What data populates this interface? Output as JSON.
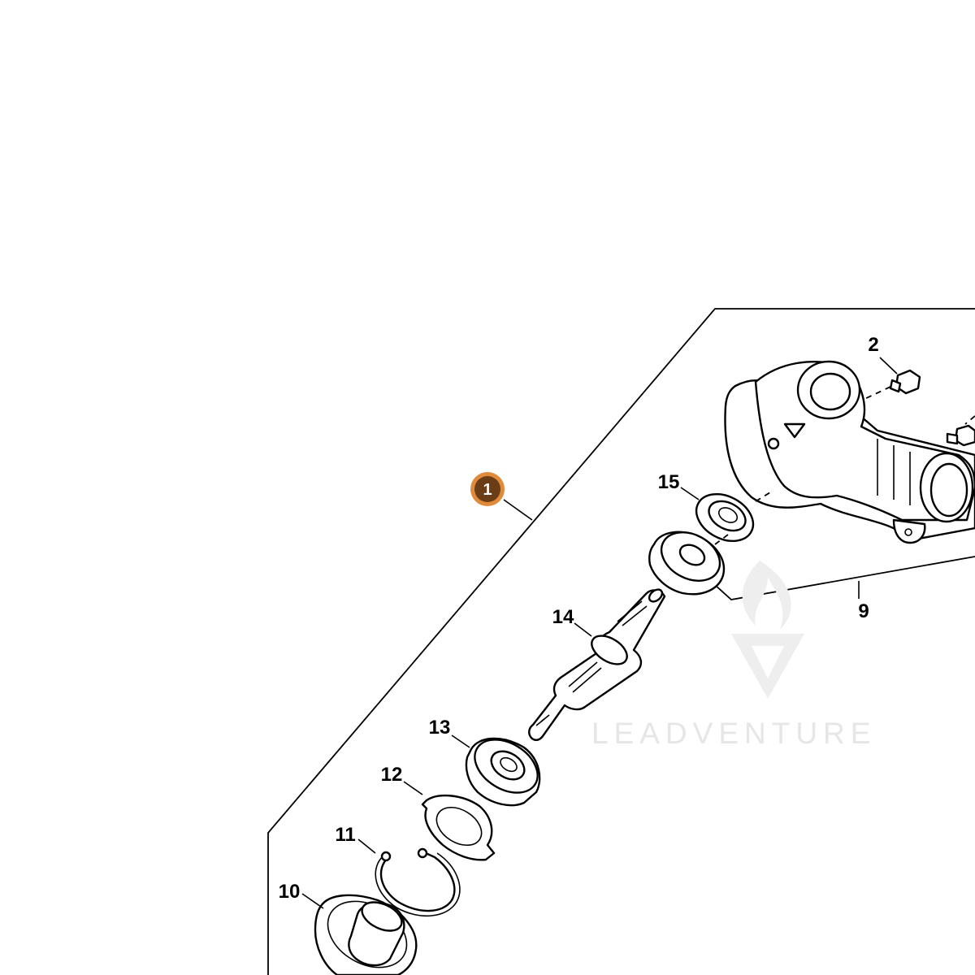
{
  "assembly": {
    "badge_number": "1",
    "badge_color": "#6b3d17",
    "badge_ring_color": "#e08a3c"
  },
  "callouts": {
    "c2": "2",
    "c9": "9",
    "c10": "10",
    "c11": "11",
    "c12": "12",
    "c13": "13",
    "c14": "14",
    "c15": "15"
  },
  "watermark": {
    "text": "LEADVENTURE",
    "color": "#e6e6e6"
  }
}
